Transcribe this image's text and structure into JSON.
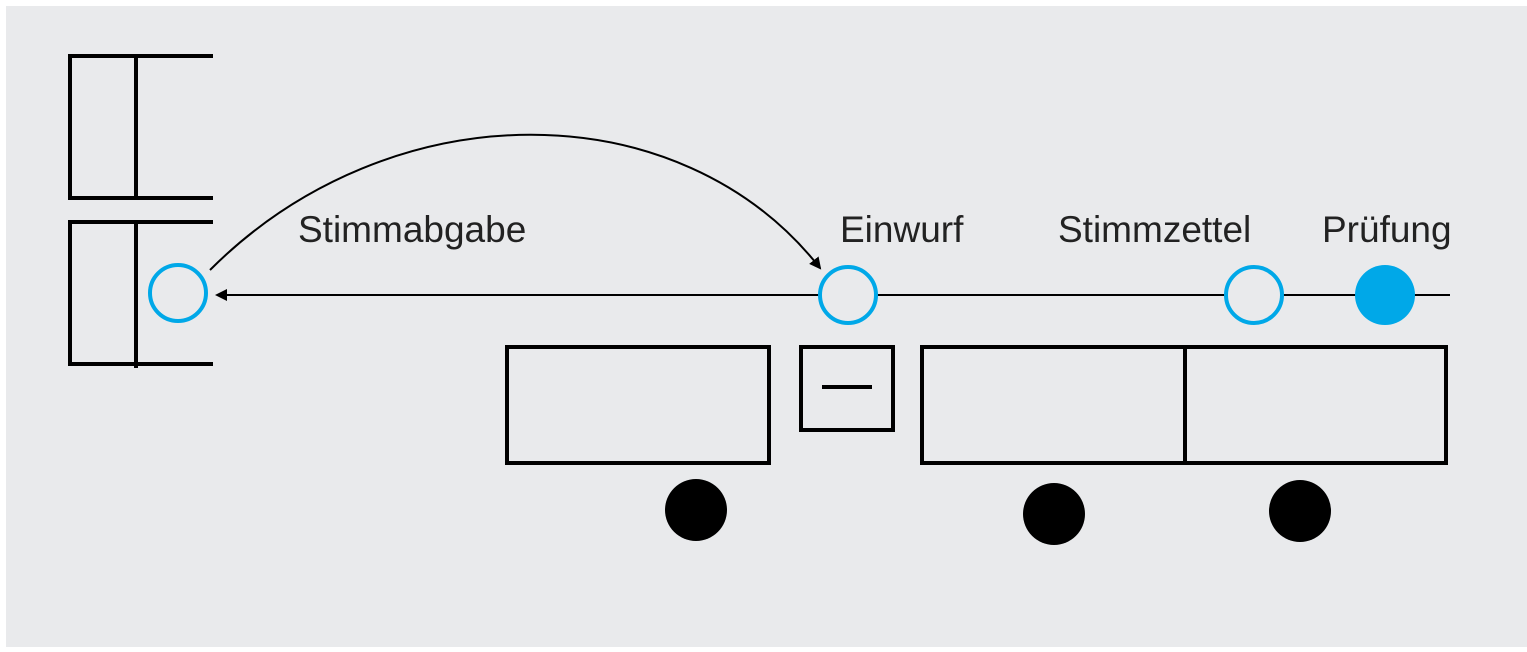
{
  "diagram": {
    "labels": {
      "stimmabgabe": "Stimmabgabe",
      "einwurf": "Einwurf",
      "stimmzettel": "Stimmzettel",
      "pruefung": "Prüfung"
    },
    "colors": {
      "background": "#e9eaec",
      "stroke": "#000000",
      "accent": "#00a8e8",
      "node_fill": "#e9eaec",
      "wheel": "#000000"
    },
    "icons": {
      "arrow_head": "arrowhead-icon"
    }
  }
}
